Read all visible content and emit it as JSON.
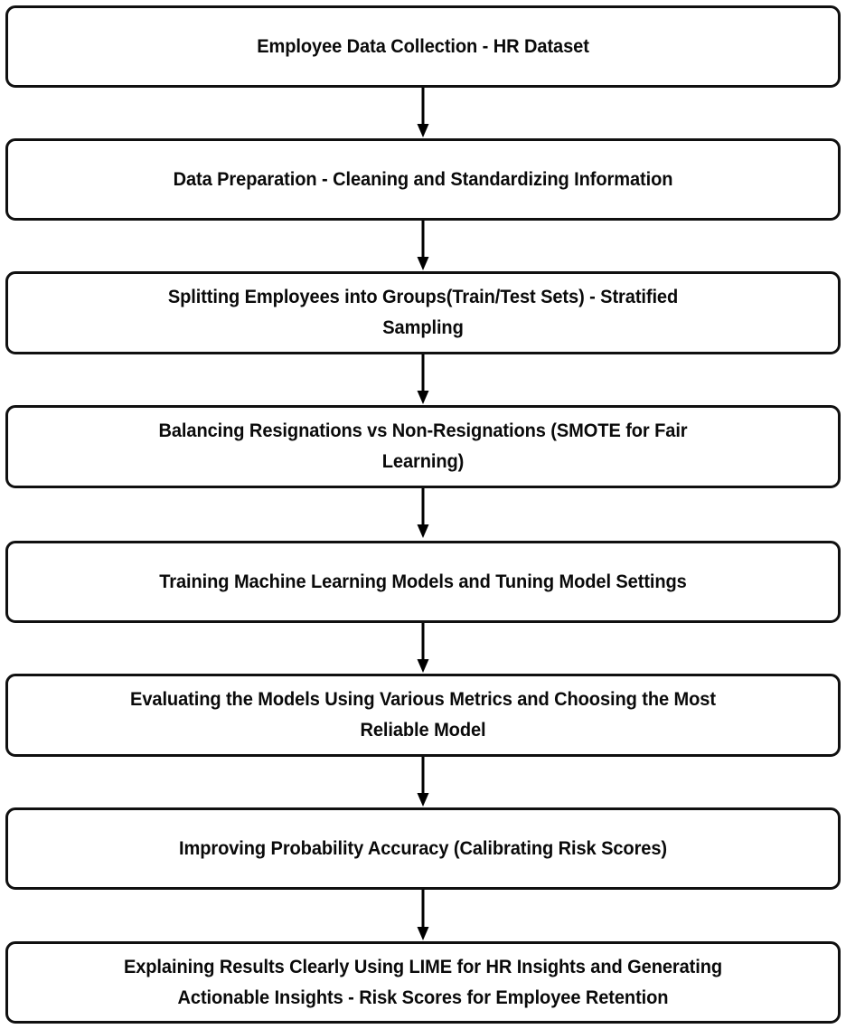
{
  "diagram": {
    "title": "Employee Attrition Machine Learning Pipeline Flowchart",
    "orientation": "top-to-bottom",
    "node_shape": "rounded-rectangle",
    "colors": {
      "background": "#ffffff",
      "node_fill": "#ffffff",
      "node_border": "#101010",
      "text": "#0a0a0a",
      "connector": "#000000"
    },
    "nodes": [
      {
        "id": "node-1",
        "name": "employee-data-collection",
        "label": "Employee Data Collection - HR Dataset",
        "lines": 1
      },
      {
        "id": "node-2",
        "name": "data-preparation",
        "label": "Data Preparation - Cleaning and Standardizing Information",
        "lines": 1
      },
      {
        "id": "node-3",
        "name": "train-test-split",
        "label": "Splitting Employees into Groups(Train/Test Sets) - Stratified\nSampling",
        "lines": 2
      },
      {
        "id": "node-4",
        "name": "class-balancing-smote",
        "label": "Balancing Resignations vs Non-Resignations (SMOTE for Fair\nLearning)",
        "lines": 2
      },
      {
        "id": "node-5",
        "name": "model-training-tuning",
        "label": "Training Machine Learning Models and Tuning Model Settings",
        "lines": 1
      },
      {
        "id": "node-6",
        "name": "model-evaluation-selection",
        "label": "Evaluating the Models Using Various Metrics and Choosing the Most\nReliable Model",
        "lines": 2
      },
      {
        "id": "node-7",
        "name": "probability-calibration",
        "label": "Improving Probability Accuracy (Calibrating Risk Scores)",
        "lines": 1
      },
      {
        "id": "node-8",
        "name": "lime-explanation-insights",
        "label": "Explaining Results Clearly Using LIME for HR Insights and Generating\nActionable Insights - Risk Scores for Employee Retention",
        "lines": 2
      }
    ],
    "connectors": [
      {
        "from": "node-1",
        "to": "node-2",
        "arrow": "down-arrow"
      },
      {
        "from": "node-2",
        "to": "node-3",
        "arrow": "down-arrow"
      },
      {
        "from": "node-3",
        "to": "node-4",
        "arrow": "down-arrow"
      },
      {
        "from": "node-4",
        "to": "node-5",
        "arrow": "down-arrow"
      },
      {
        "from": "node-5",
        "to": "node-6",
        "arrow": "down-arrow"
      },
      {
        "from": "node-6",
        "to": "node-7",
        "arrow": "down-arrow"
      },
      {
        "from": "node-7",
        "to": "node-8",
        "arrow": "down-arrow"
      }
    ]
  }
}
